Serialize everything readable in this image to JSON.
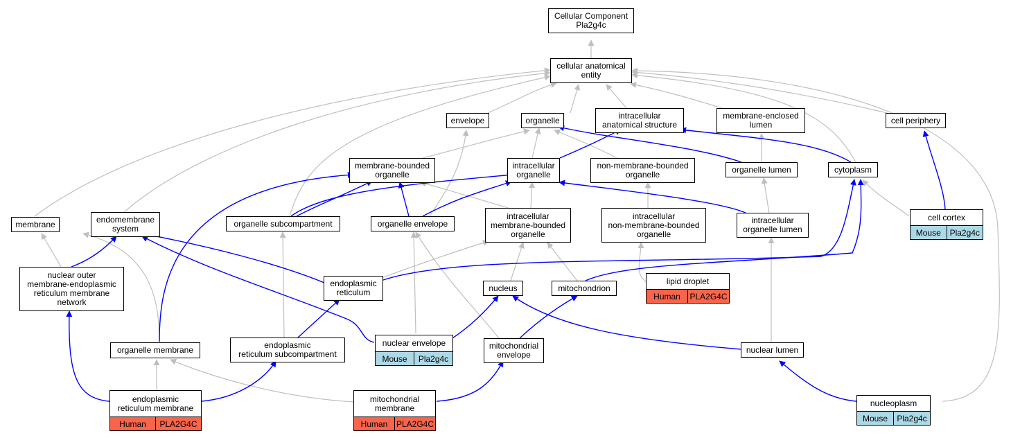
{
  "colors": {
    "positive": "#0000ff",
    "is_a": "#bfbfbf",
    "mouse": "#add8e6",
    "human": "#f9644a"
  },
  "nodes": {
    "root": "Cellular Component\nPla2g4c",
    "cae": "cellular anatomical\nentity",
    "envelope": "envelope",
    "organelle": "organelle",
    "ias": "intracellular\nanatomical structure",
    "mel": "membrane-enclosed\nlumen",
    "periph": "cell periphery",
    "mbo": "membrane-bounded\norganelle",
    "io": "intracellular\norganelle",
    "nmbo": "non-membrane-bounded\norganelle",
    "olumen": "organelle lumen",
    "cyto": "cytoplasm",
    "cortex": "cell cortex",
    "membrane": "membrane",
    "endo": "endomembrane\nsystem",
    "osub": "organelle subcompartment",
    "oenv": "organelle envelope",
    "imbo": "intracellular\nmembrane-bounded\norganelle",
    "inmbo": "intracellular\nnon-membrane-bounded\norganelle",
    "iol": "intracellular\norganelle lumen",
    "nomer": "nuclear outer\nmembrane-endoplasmic\nreticulum membrane\nnetwork",
    "er": "endoplasmic\nreticulum",
    "nucleus": "nucleus",
    "mito": "mitochondrion",
    "lipid": "lipid droplet",
    "omem": "organelle membrane",
    "ersub": "endoplasmic\nreticulum subcompartment",
    "nenv": "nuclear envelope",
    "menv": "mitochondrial\nenvelope",
    "nlumen": "nuclear lumen",
    "erm": "endoplasmic\nreticulum membrane",
    "mmem": "mitochondrial\nmembrane",
    "nucleoplasm": "nucleoplasm"
  },
  "annotations": {
    "cortex": [
      "Mouse",
      "Pla2g4c"
    ],
    "lipid": [
      "Human",
      "PLA2G4C"
    ],
    "nenv": [
      "Mouse",
      "Pla2g4c"
    ],
    "erm": [
      "Human",
      "PLA2G4C"
    ],
    "mmem": [
      "Human",
      "PLA2G4C"
    ],
    "nucleoplasm": [
      "Mouse",
      "Pla2g4c"
    ]
  }
}
